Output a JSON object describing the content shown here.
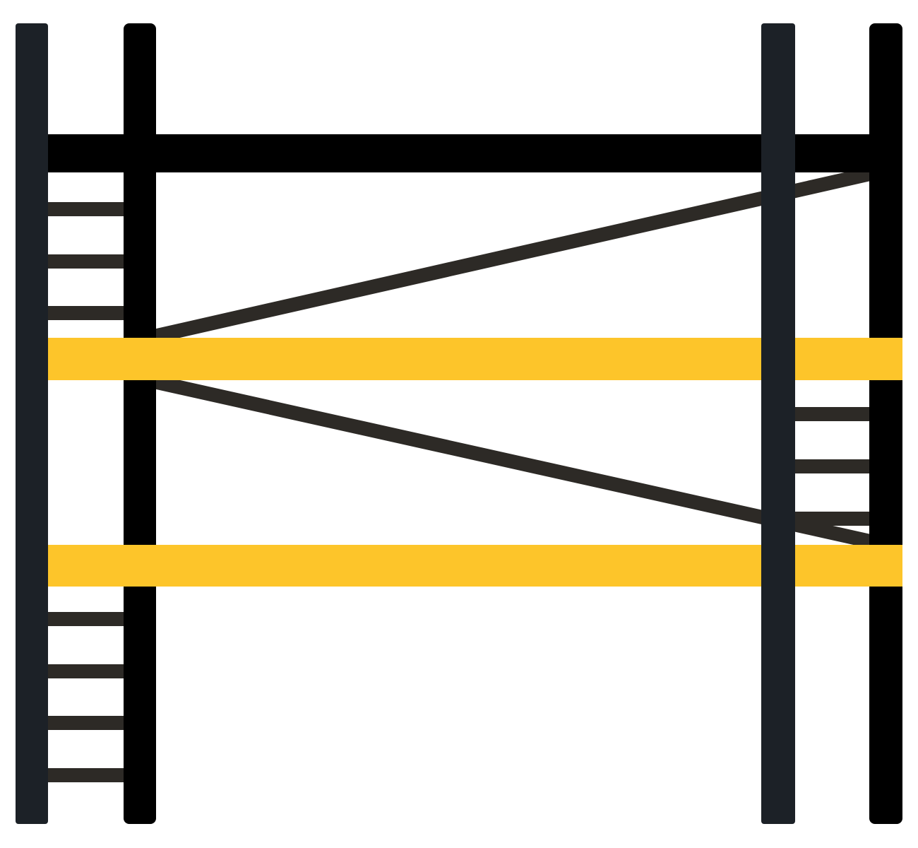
{
  "diagram": {
    "subject": "scaffolding-tower",
    "colors": {
      "background": "#ffffff",
      "frame_left": "#1c2127",
      "frame_right": "#000000",
      "rung": "#2d2a26",
      "brace": "#2d2a26",
      "top_rail": "#000000",
      "platform": "#fdc52a"
    },
    "left_ladder_rungs_upper": 3,
    "left_ladder_rungs_lower": 4,
    "right_ladder_rungs": 3,
    "platforms": 2,
    "cross_braces": 2
  }
}
